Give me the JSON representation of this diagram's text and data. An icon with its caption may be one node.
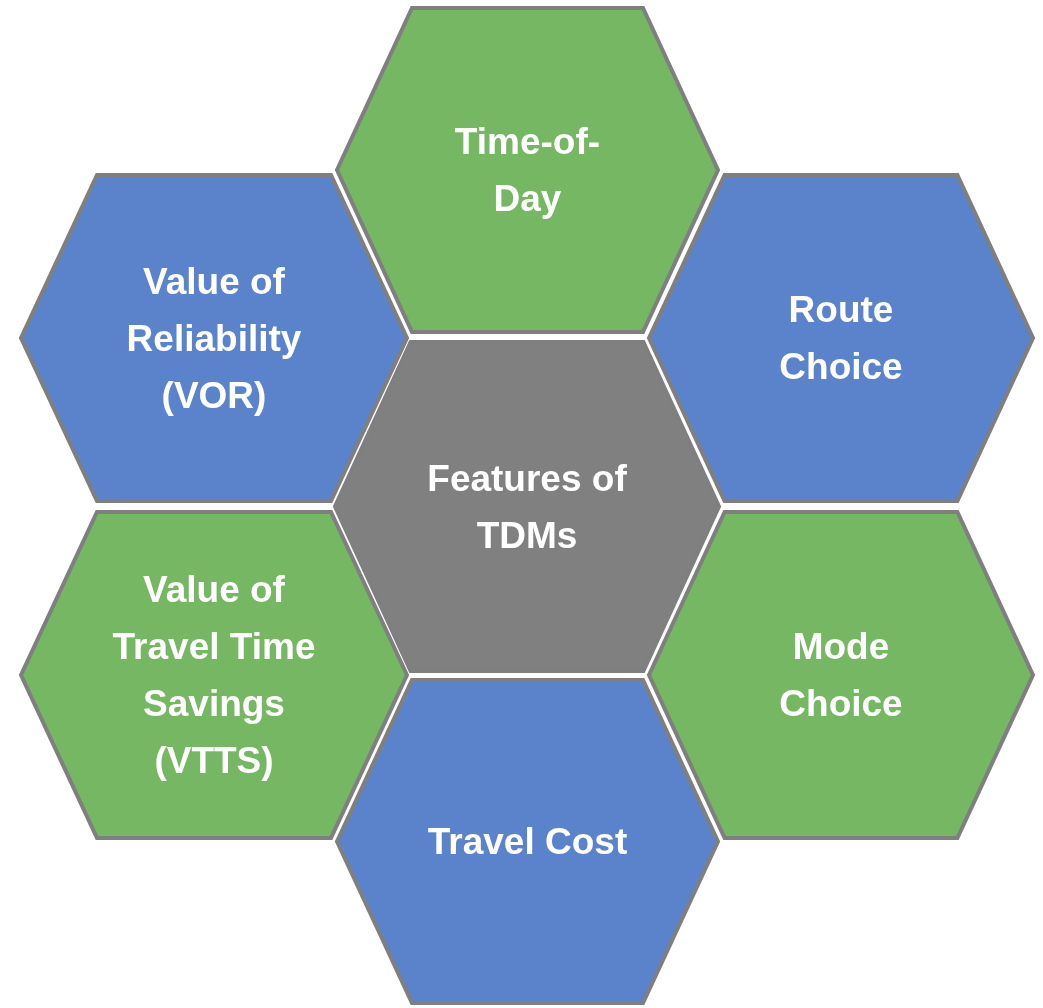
{
  "diagram": {
    "nodes": [
      {
        "text": [
          "Time-of-Day"
        ]
      },
      {
        "text": [
          "Value of Reliability (VOR)"
        ]
      },
      {
        "text": [
          "Route Choice"
        ]
      },
      {
        "text": [
          "Features of TDMs"
        ]
      },
      {
        "text": [
          "Value of Travel Time Savings (VTTS)"
        ]
      },
      {
        "text": [
          "Mode Choice"
        ]
      },
      {
        "text": [
          "Travel Cost"
        ]
      }
    ],
    "edges": []
  }
}
